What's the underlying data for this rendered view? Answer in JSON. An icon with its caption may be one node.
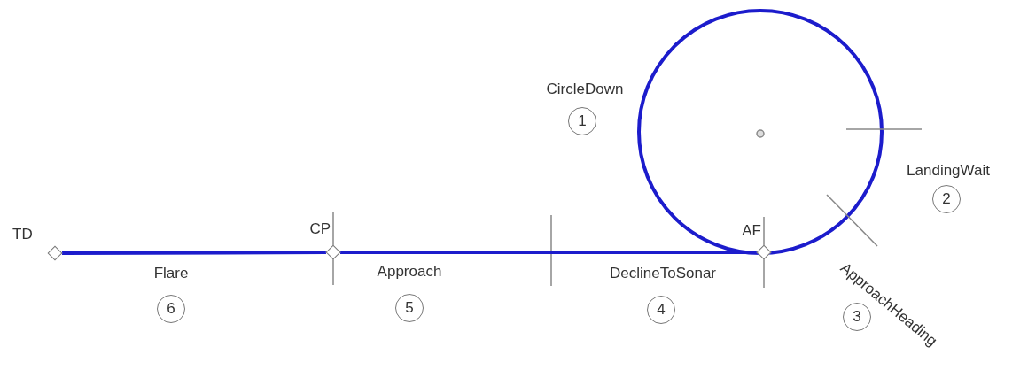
{
  "diagram": {
    "nodes": [
      {
        "text": [
          "TD"
        ]
      },
      {
        "text": [
          "CP"
        ]
      },
      {
        "text": [
          "AF"
        ]
      }
    ],
    "edges": [
      {
        "from": 0,
        "to": 1,
        "arrow": "none"
      },
      {
        "from": 1,
        "to": 2,
        "arrow": "none"
      }
    ],
    "labels": [
      "CircleDown",
      "1",
      "LandingWait",
      "2",
      "Flare",
      "Approach",
      "DeclineToSonar",
      "ApproachHeading",
      "6",
      "5",
      "4",
      "3"
    ]
  }
}
